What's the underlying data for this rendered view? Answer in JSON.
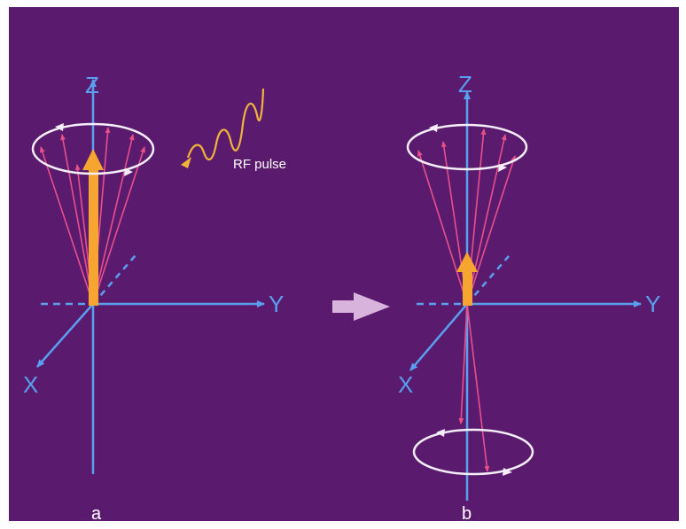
{
  "colors": {
    "background": "#5a1a6e",
    "axis": "#5aa0f0",
    "precession_vector": "#e8508a",
    "net_magnetization": "#f7a531",
    "precession_ring": "#f4eef8",
    "rf_wave": "#f0b43a",
    "transition_arrow": "#d8b4dc",
    "label_text": "#ffffff"
  },
  "panel_a": {
    "caption": "a",
    "axis_z": "Z",
    "axis_y": "Y",
    "axis_x": "X",
    "rf_label": "RF pulse"
  },
  "panel_b": {
    "caption": "b",
    "axis_z": "Z",
    "axis_y": "Y",
    "axis_x": "X"
  }
}
